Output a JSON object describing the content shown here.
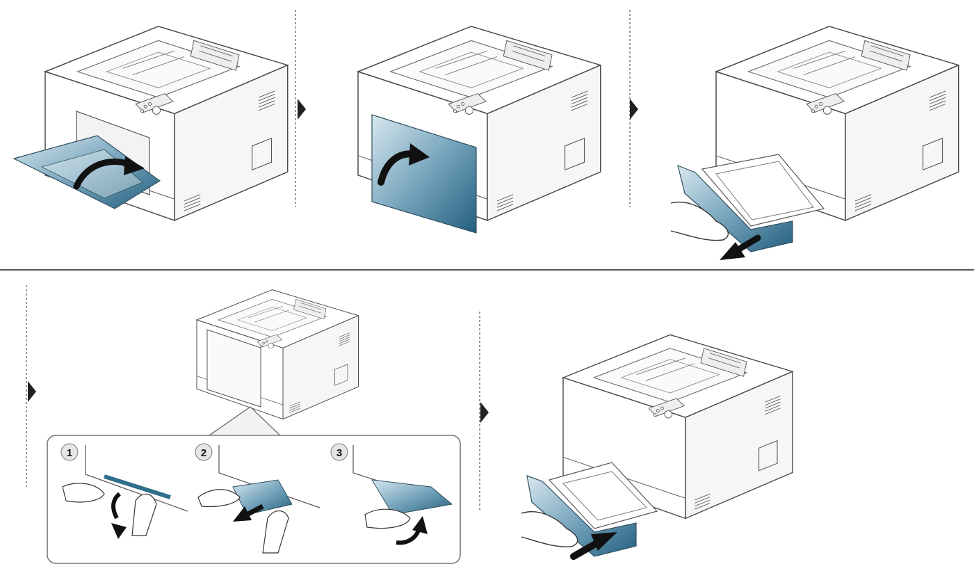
{
  "colors": {
    "line": "#555555",
    "outline": "#4a4a4a",
    "body": "#ffffff",
    "accent": "#2f6e8c",
    "accent_light": "#cfe2ec",
    "arrow": "#111111",
    "marker": "#222222",
    "inset_border": "#777777",
    "badge": "#e6e6e6"
  },
  "steps": [
    {
      "id": "open-multipurpose-tray"
    },
    {
      "id": "close-side-cover"
    },
    {
      "id": "pull-out-tray"
    },
    {
      "id": "remove-jammed-paper"
    },
    {
      "id": "reinsert-tray"
    }
  ],
  "inset": {
    "substeps": [
      {
        "number": "1"
      },
      {
        "number": "2"
      },
      {
        "number": "3"
      }
    ]
  }
}
